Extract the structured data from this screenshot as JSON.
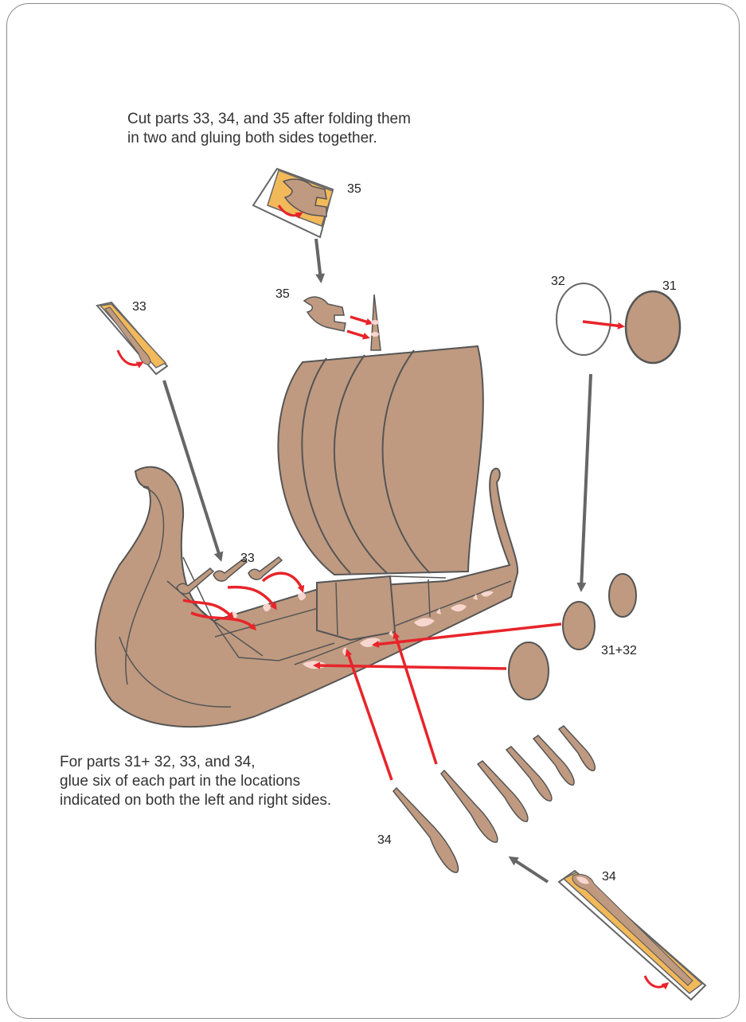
{
  "instructions": {
    "top": [
      "Cut parts 33, 34, and 35 after folding them",
      "in two and gluing both sides together."
    ],
    "bottom": [
      "For parts 31+ 32, 33, and 34,",
      "glue six of each part in the locations",
      "indicated on both the left and right sides."
    ]
  },
  "part_labels": {
    "p35_top": "35",
    "p35_mid": "35",
    "p33_sheet": "33",
    "p33_hull": "33",
    "p32": "32",
    "p31": "31",
    "p31_32": "31+32",
    "p34_oars": "34",
    "p34_sheet": "34"
  },
  "colors": {
    "part_brown": "#bf9a80",
    "outline": "#555555",
    "arrow_red": "#e8242a",
    "arrow_gray": "#666666",
    "paper_orange": "#f2b95a",
    "highlight_pink": "#f7d6cf",
    "frame": "#8a8a8a"
  },
  "icons": {
    "red_arrow": "curved-red-arrow-icon",
    "gray_arrow": "gray-arrow-icon"
  }
}
